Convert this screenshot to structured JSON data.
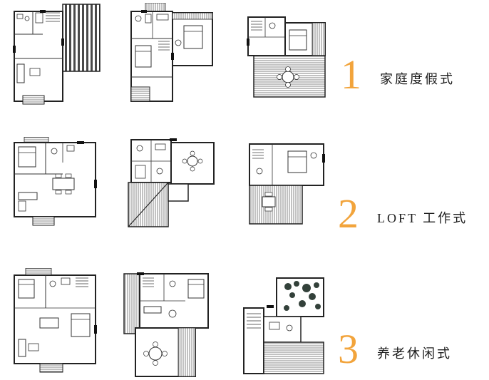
{
  "colors": {
    "accent": "#F2A43C",
    "text": "#1C1C1C",
    "background": "#FFFFFF",
    "plan_line": "#222222"
  },
  "rows": [
    {
      "number": "1",
      "label": "家庭度假式"
    },
    {
      "number": "2",
      "label": "LOFT 工作式"
    },
    {
      "number": "3",
      "label": "养老休闲式"
    }
  ]
}
